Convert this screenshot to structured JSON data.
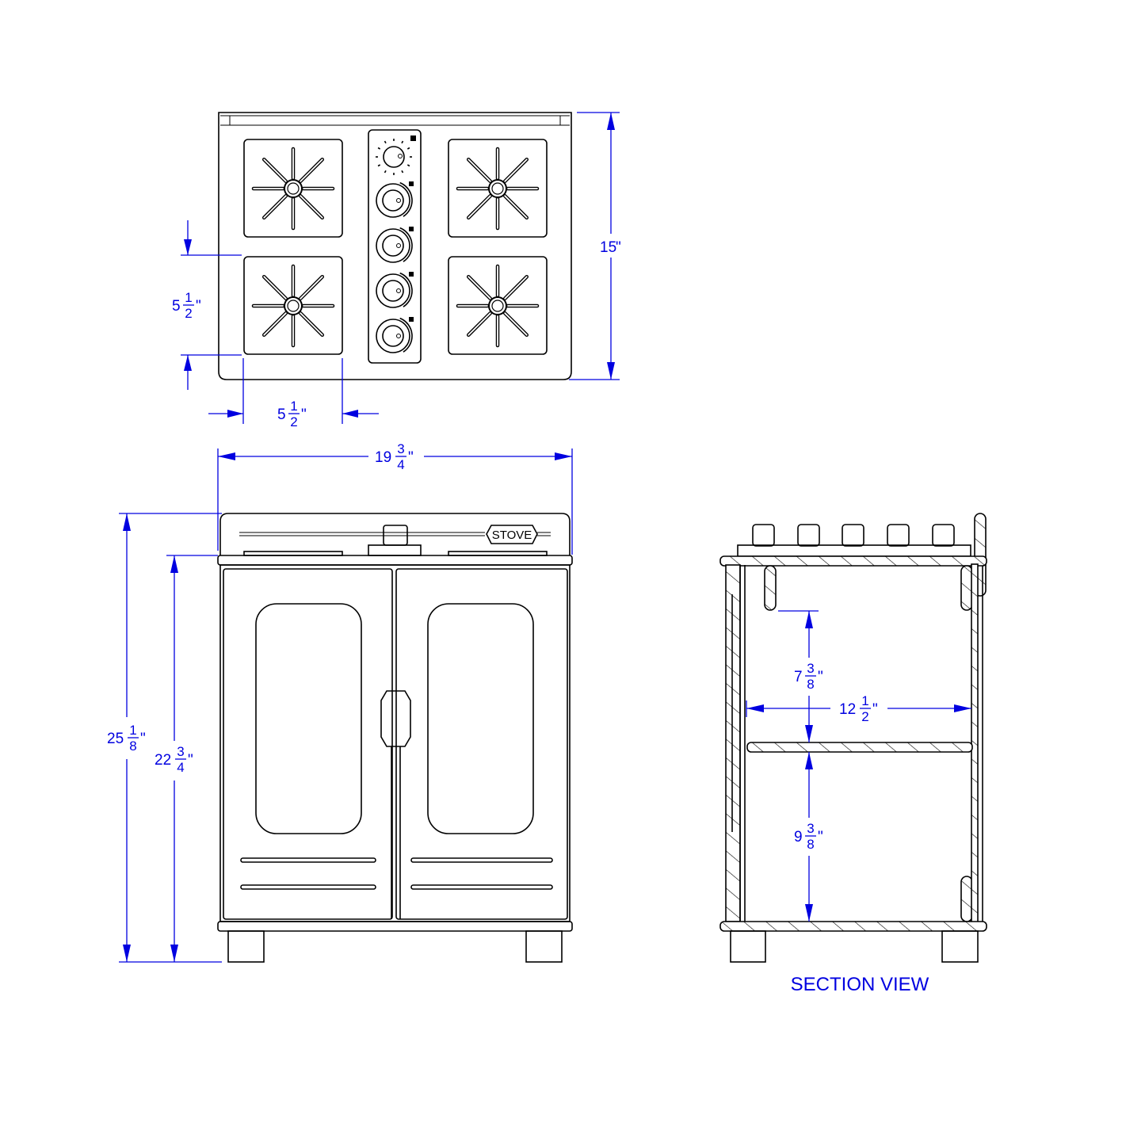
{
  "drawing": {
    "badge_text": "STOVE",
    "section_title": "SECTION VIEW",
    "dimension_color": "#0000e0",
    "line_color": "#000000"
  },
  "dimensions": {
    "top_depth": {
      "whole": "15",
      "inch": "\""
    },
    "grate_depth": {
      "whole": "5",
      "num": "1",
      "den": "2",
      "inch": "\""
    },
    "grate_width": {
      "whole": "5",
      "num": "1",
      "den": "2",
      "inch": "\""
    },
    "overall_width": {
      "whole": "19",
      "num": "3",
      "den": "4",
      "inch": "\""
    },
    "overall_height": {
      "whole": "25",
      "num": "1",
      "den": "8",
      "inch": "\""
    },
    "counter_height": {
      "whole": "22",
      "num": "3",
      "den": "4",
      "inch": "\""
    },
    "upper_clearance": {
      "whole": "7",
      "num": "3",
      "den": "8",
      "inch": "\""
    },
    "interior_depth": {
      "whole": "12",
      "num": "1",
      "den": "2",
      "inch": "\""
    },
    "lower_clearance": {
      "whole": "9",
      "num": "3",
      "den": "8",
      "inch": "\""
    }
  }
}
